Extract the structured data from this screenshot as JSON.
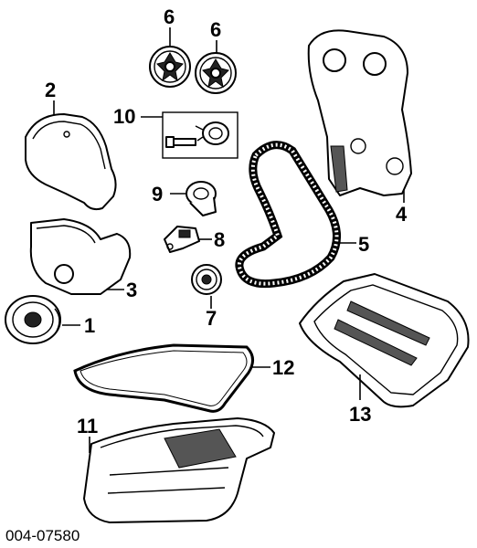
{
  "callouts": {
    "c1": "1",
    "c2": "2",
    "c3": "3",
    "c4": "4",
    "c5": "5",
    "c6a": "6",
    "c6b": "6",
    "c7": "7",
    "c8": "8",
    "c9": "9",
    "c10": "10",
    "c11": "11",
    "c12": "12",
    "c13": "13"
  },
  "reference_code": "004-07580"
}
